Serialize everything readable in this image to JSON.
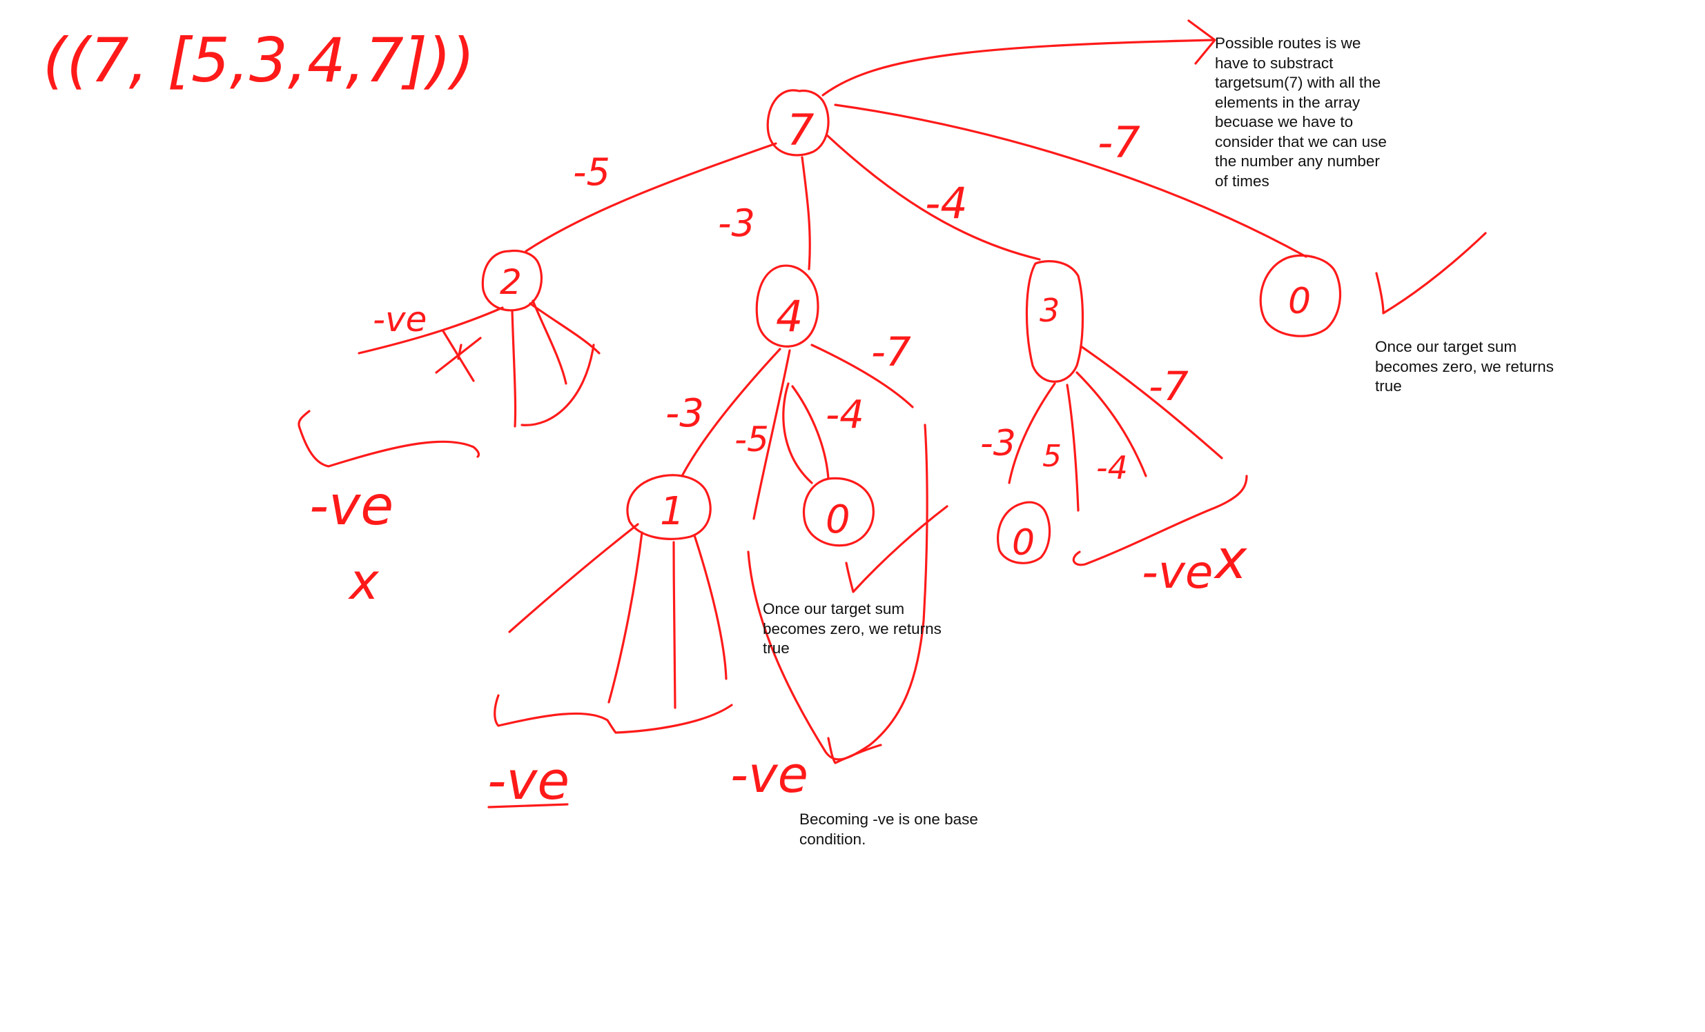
{
  "call": "((7, [5,3,4,7]))",
  "colors": {
    "ink": "#ff1a1a",
    "note_text": "#111111",
    "background": "#ffffff"
  },
  "nodes": {
    "root": "7",
    "after_minus_5": "2",
    "after_minus_3": "4",
    "after_minus_4": "3",
    "after_minus_7": "0",
    "four_minus_3": "1",
    "four_minus_4": "0",
    "three_minus_3": "0"
  },
  "edge_labels": {
    "root_minus_5": "-5",
    "root_minus_3": "-3",
    "root_minus_4": "-4",
    "root_minus_7": "-7",
    "four_minus_3": "-3",
    "four_minus_5": "-5",
    "four_minus_4": "-4",
    "four_minus_7": "-7",
    "three_minus_3": "-3",
    "three_minus_5": "5",
    "three_minus_4": "-4",
    "three_minus_7": "-7"
  },
  "marks": {
    "two_negative": "-ve",
    "two_negative_lower": "-ve",
    "two_fail": "x",
    "one_negative": "-ve",
    "four_negative": "-ve",
    "three_negative": "-ve",
    "three_fail": "x"
  },
  "notes": {
    "routes": "Possible routes is we\nhave to substract\ntargetsum(7) with all the\nelements in the array\nbecuase we have to\nconsider that we can use\nthe number any number\nof times",
    "zero_right": "Once our target sum\nbecomes zero, we returns\ntrue",
    "zero_middle": "Once our target sum\nbecomes zero, we returns\ntrue",
    "base_condition": "Becoming -ve is one base\ncondition."
  }
}
